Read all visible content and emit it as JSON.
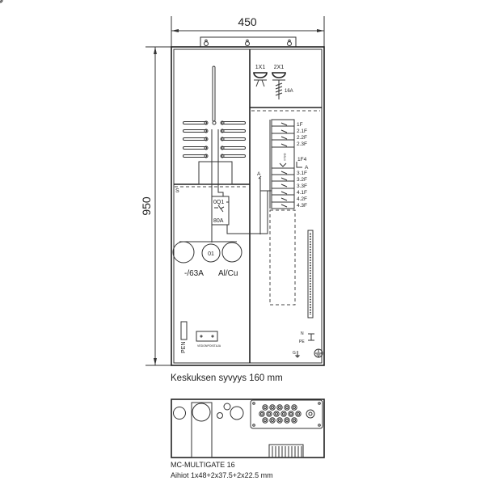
{
  "dimensions": {
    "width": "450",
    "height": "950"
  },
  "depth_note": "Keskuksen syvyys 160 mm",
  "upper_right": {
    "lamp1": "1X1",
    "lamp2": "2X1",
    "fuse_rating": "16A"
  },
  "breakers": {
    "group1": [
      "1F",
      "2.1F",
      "2.2F",
      "2.3F"
    ],
    "spd_label": "DS-II",
    "spd_fuse": "1F4",
    "spd_line": "A",
    "feed_label": "A",
    "group2": [
      "3.1F",
      "3.2F",
      "3.3F",
      "4.1F",
      "4.2F",
      "4.3F"
    ]
  },
  "lower_left": {
    "section": "S",
    "switch_id": "0Q1",
    "switch_rating": "80A",
    "main_fuse_id": "01",
    "main_fuse_rating": "-/63A",
    "conductor": "Al/Cu",
    "pen": "PEN",
    "strain_relief": "VEDONPOISTAJA"
  },
  "terminals": {
    "n": "N",
    "pe": "PE",
    "g": "G"
  },
  "gland_plate": {
    "model": "MC-MULTIGATE 16",
    "knockouts": "Aihiot 1x48+2x37.5+2x22.5 mm"
  }
}
